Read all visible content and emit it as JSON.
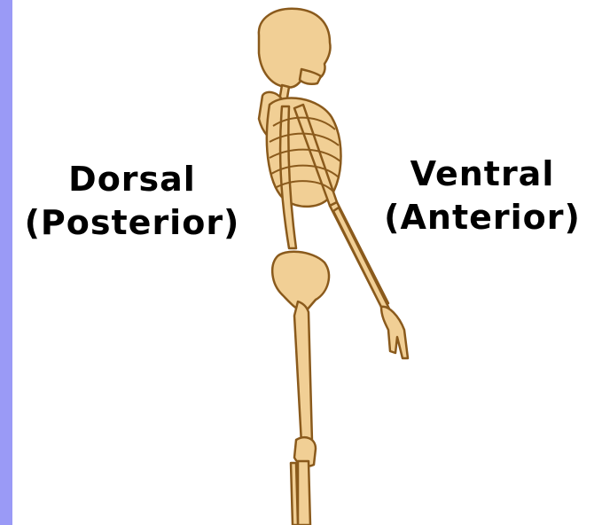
{
  "colors": {
    "left_strip": "#9a9af6",
    "bone_fill": "#f1cf95",
    "bone_stroke": "#8a5a1c",
    "text": "#000000"
  },
  "labels": {
    "dorsal": {
      "line1": "Dorsal",
      "line2": "(Posterior)"
    },
    "ventral": {
      "line1": "Ventral",
      "line2": "(Anterior)"
    }
  }
}
